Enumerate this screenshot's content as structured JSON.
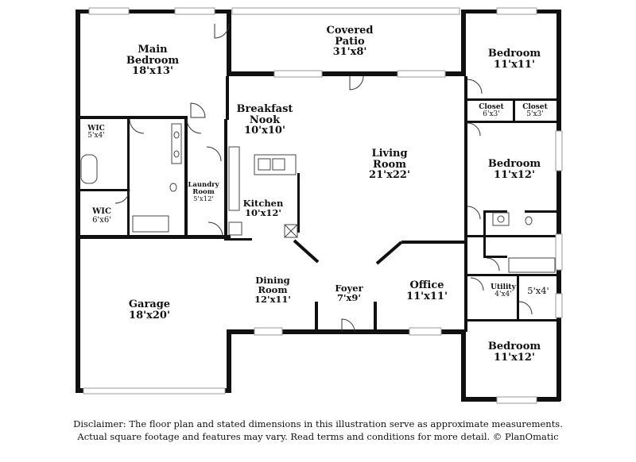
{
  "rooms": {
    "main_bedroom": {
      "name": "Main\nBedroom",
      "dim": "18'x13'"
    },
    "covered_patio": {
      "name": "Covered\nPatio",
      "dim": "31'x8'"
    },
    "bedroom_ne": {
      "name": "Bedroom",
      "dim": "11'x11'"
    },
    "closet_a": {
      "name": "Closet",
      "dim": "6'x3'"
    },
    "closet_b": {
      "name": "Closet",
      "dim": "5'x3'"
    },
    "breakfast_nook": {
      "name": "Breakfast\nNook",
      "dim": "10'x10'"
    },
    "living_room": {
      "name": "Living\nRoom",
      "dim": "21'x22'"
    },
    "bedroom_e": {
      "name": "Bedroom",
      "dim": "11'x12'"
    },
    "wic_top": {
      "name": "WIC",
      "dim": "5'x4'"
    },
    "wic_bottom": {
      "name": "WIC",
      "dim": "6'x6'"
    },
    "laundry_room": {
      "name": "Laundry\nRoom",
      "dim": "5'x12'"
    },
    "kitchen": {
      "name": "Kitchen",
      "dim": "10'x12'"
    },
    "dining_room": {
      "name": "Dining\nRoom",
      "dim": "12'x11'"
    },
    "foyer": {
      "name": "Foyer",
      "dim": "7'x9'"
    },
    "office": {
      "name": "Office",
      "dim": "11'x11'"
    },
    "utility": {
      "name": "Utility",
      "dim": "4'x4'"
    },
    "small_room": {
      "name": "",
      "dim": "5'x4'"
    },
    "garage": {
      "name": "Garage",
      "dim": "18'x20'"
    },
    "bedroom_se": {
      "name": "Bedroom",
      "dim": "11'x12'"
    }
  },
  "disclaimer": {
    "line1": "Disclaimer: The floor plan and stated dimensions in this illustration serve as approximate measurements.",
    "line2": "Actual square footage and features may vary. Read terms and conditions for more detail. © PlanOmatic"
  },
  "colors": {
    "wall": "#111111",
    "fixture": "#444444",
    "window": "#999999"
  }
}
